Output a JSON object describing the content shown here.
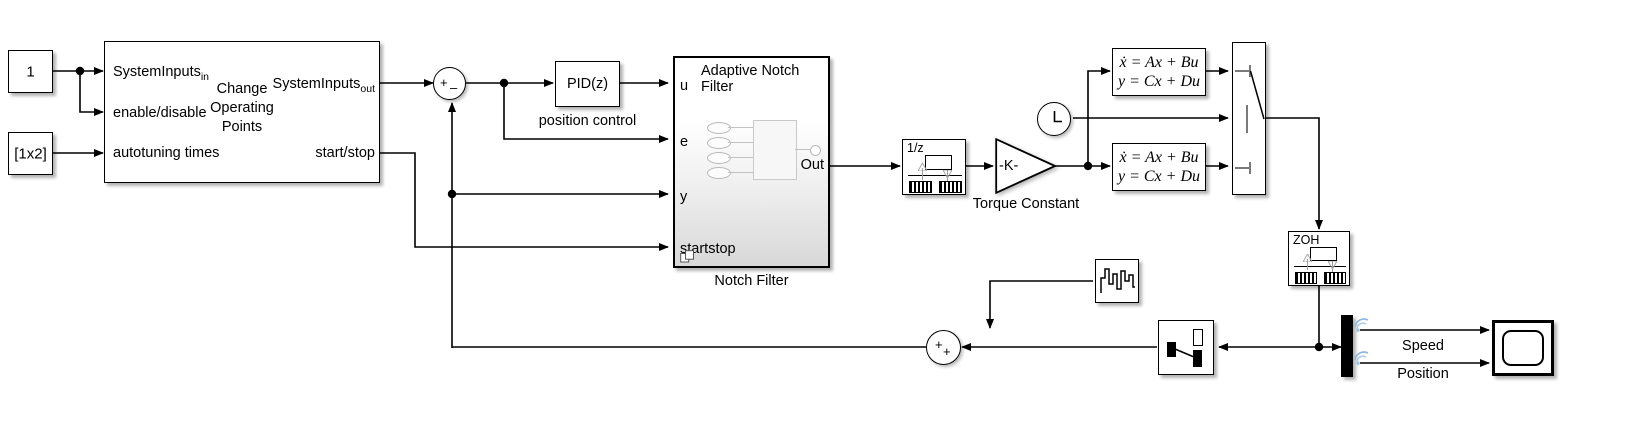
{
  "diagram": {
    "title": "Simulink block diagram - adaptive notch filter motor control",
    "background": "#ffffff",
    "line_color": "#000000"
  },
  "blocks": {
    "constant_one": {
      "name": "constant-1",
      "value": "1"
    },
    "constant_vec": {
      "name": "constant-1x2",
      "value": "[1x2]"
    },
    "change_operating_points": {
      "title_line1": "Change",
      "title_line2": "Operating",
      "title_line3": "Points",
      "in_ports": [
        {
          "label": "SystemInputs",
          "sub": "in"
        },
        {
          "label": "enable/disable",
          "sub": ""
        },
        {
          "label": "autotuning times",
          "sub": ""
        }
      ],
      "out_ports": [
        {
          "label": "SystemInputs",
          "sub": "out"
        },
        {
          "label": "start/stop",
          "sub": ""
        }
      ]
    },
    "sum_error": {
      "signs": [
        "+",
        "–"
      ]
    },
    "pid": {
      "label": "PID(z)",
      "caption": "position control"
    },
    "notch_filter": {
      "inner_title": "Adaptive Notch Filter",
      "caption": "Notch Filter",
      "in_ports": [
        "u",
        "e",
        "y",
        "startstop"
      ],
      "out_ports": [
        "Out"
      ]
    },
    "rate_transition_1": {
      "tag": "1/z"
    },
    "torque_gain": {
      "label": "-K-",
      "caption": "Torque Constant"
    },
    "clock": {
      "name": "clock-block"
    },
    "state_space_top": {
      "eq1": "ẋ = Ax + Bu",
      "eq2": "y = Cx + Du"
    },
    "state_space_bottom": {
      "eq1": "ẋ = Ax + Bu",
      "eq2": "y = Cx + Du"
    },
    "switch_top": {
      "name": "switch-plant-select"
    },
    "zoh": {
      "tag": "ZOH"
    },
    "noise": {
      "name": "band-limited-white-noise"
    },
    "sum_noise": {
      "signs": [
        "+",
        "+"
      ]
    },
    "rate_transition_feedback": {
      "name": "rate-transition-feedback"
    },
    "demux": {
      "outputs": [
        {
          "label": "Speed"
        },
        {
          "label": "Position"
        }
      ]
    },
    "scope": {
      "name": "scope-block"
    }
  }
}
